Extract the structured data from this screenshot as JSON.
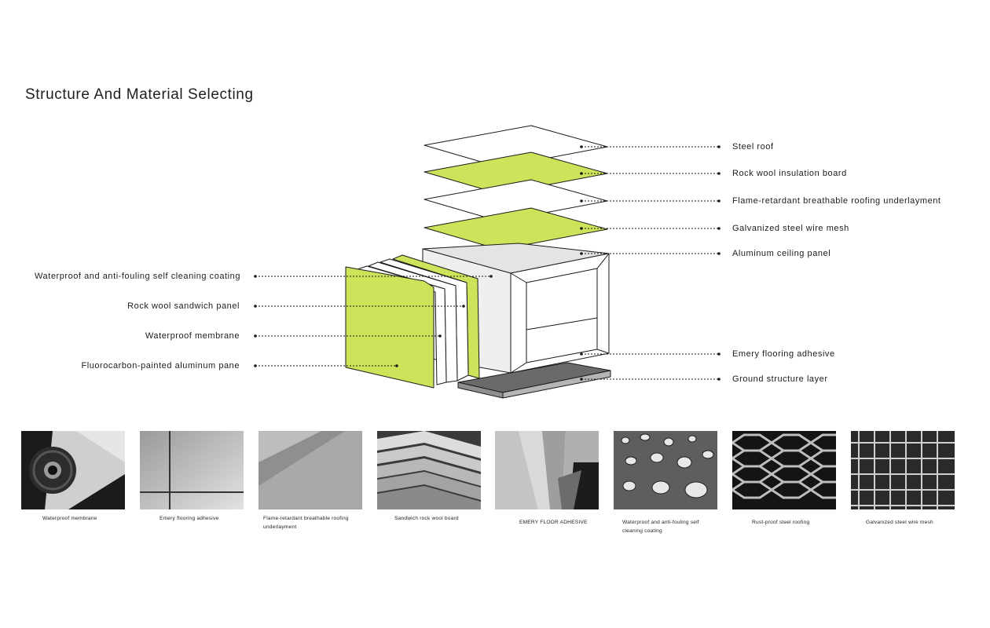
{
  "title": "Structure And Material Selecting",
  "colors": {
    "accent_green": "#cde35a",
    "line": "#1a1a1a",
    "floor": "#6a6a6a"
  },
  "right_labels": [
    "Steel roof",
    "Rock wool insulation board",
    "Flame-retardant breathable roofing underlayment",
    "Galvanized steel wire mesh",
    "Aluminum ceiling panel",
    "Emery flooring adhesive",
    "Ground structure layer"
  ],
  "left_labels": [
    "Waterproof and anti-fouling self cleaning coating",
    "Rock wool sandwich panel",
    "Waterproof membrane",
    "Fluorocarbon-painted aluminum pane"
  ],
  "materials": [
    {
      "caption": "Waterproof membrane",
      "icon": "membrane-roll-photo"
    },
    {
      "caption": "Emery flooring adhesive",
      "icon": "floor-tiles-photo"
    },
    {
      "caption": "Flame-retardant breathable roofing underlayment",
      "icon": "fabric-underlayment-photo"
    },
    {
      "caption": "Sandwich rock wool board",
      "icon": "stacked-panels-photo"
    },
    {
      "caption": "EMERY FLOOR ADHESIVE",
      "icon": "color-swatches-photo"
    },
    {
      "caption": "Waterproof and anti-fouling self cleaning coating",
      "icon": "water-droplets-photo"
    },
    {
      "caption": "Rust-proof steel roofing",
      "icon": "expanded-metal-photo"
    },
    {
      "caption": "Galvanized steel wire mesh",
      "icon": "wire-grid-photo"
    }
  ]
}
